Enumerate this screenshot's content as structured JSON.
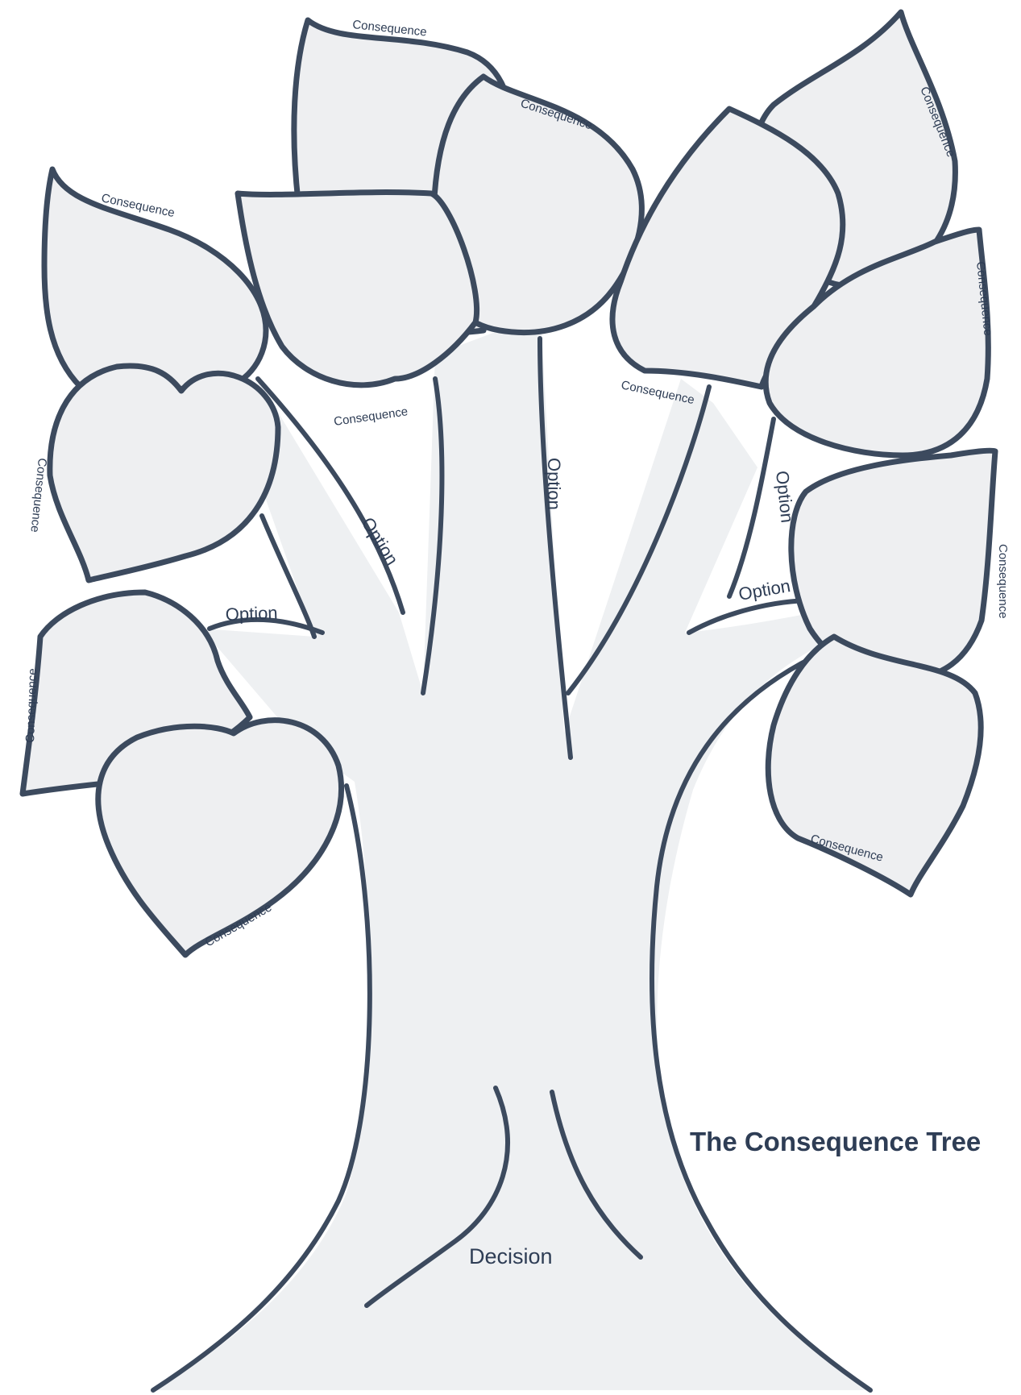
{
  "title": "The Consequence Tree",
  "trunk_label": "Decision",
  "branch_labels": [
    "Option",
    "Option",
    "Option",
    "Option",
    "Option"
  ],
  "leaf_labels": [
    "Consequence",
    "Consequence",
    "Consequence",
    "Consequence",
    "Consequence",
    "Consequence",
    "Consequence",
    "Consequence",
    "Consequence",
    "Consequence",
    "Consequence",
    "Consequence"
  ],
  "colors": {
    "outline": "#3c4a5e",
    "fill": "#eeeff1",
    "text": "#2e3d55"
  }
}
